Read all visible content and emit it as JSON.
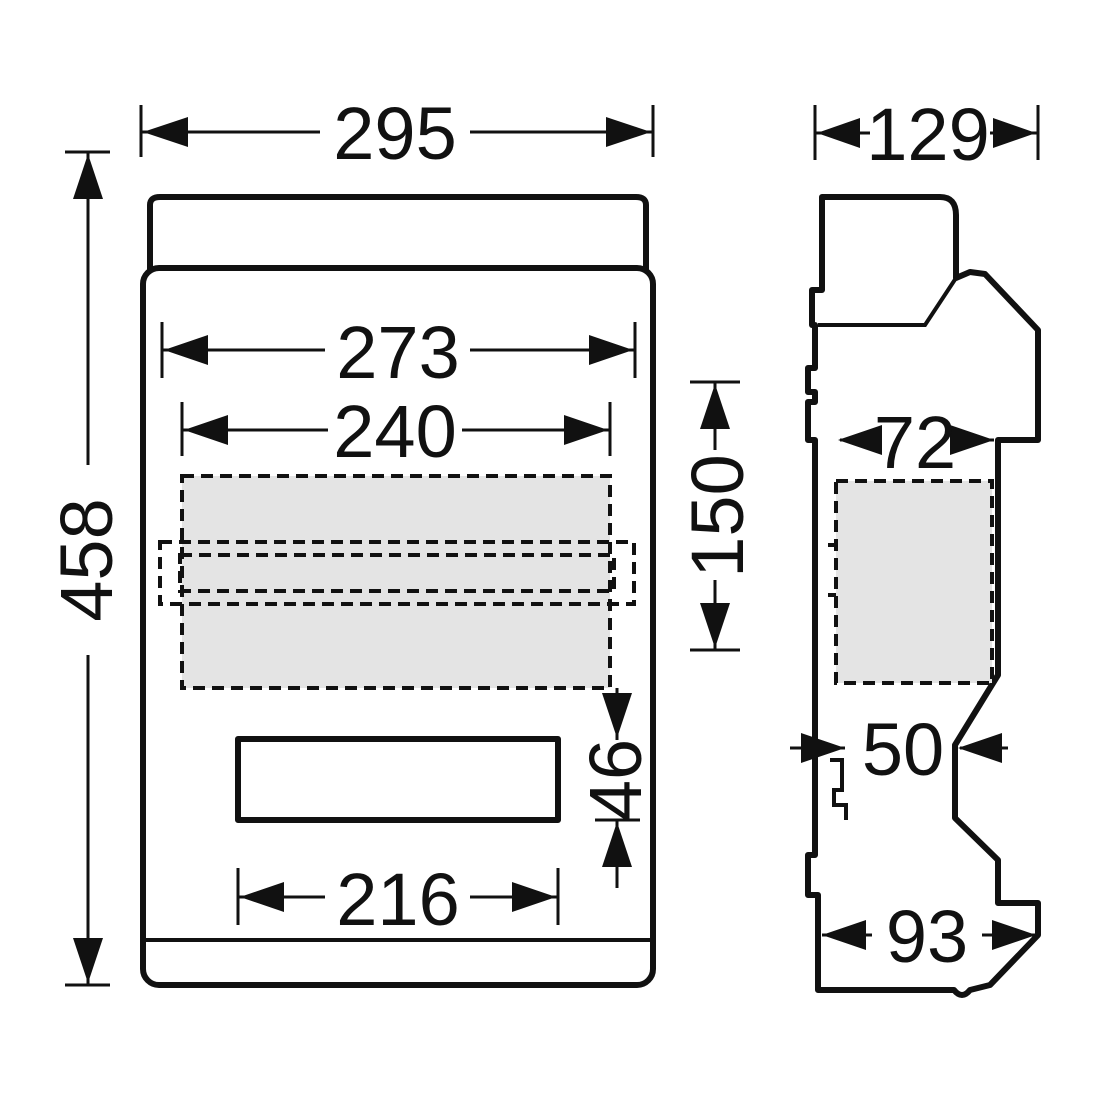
{
  "dimensions": {
    "overall_width": "295",
    "overall_height": "458",
    "inner_width": "273",
    "din_rail_length": "240",
    "module_height": "150",
    "label_height": "46",
    "label_width": "216",
    "side_depth": "129",
    "module_depth": "72",
    "rail_offset": "50",
    "base_depth": "93"
  },
  "colors": {
    "line": "#111111",
    "module_fill": "#e4e4e4",
    "background": "#ffffff"
  }
}
